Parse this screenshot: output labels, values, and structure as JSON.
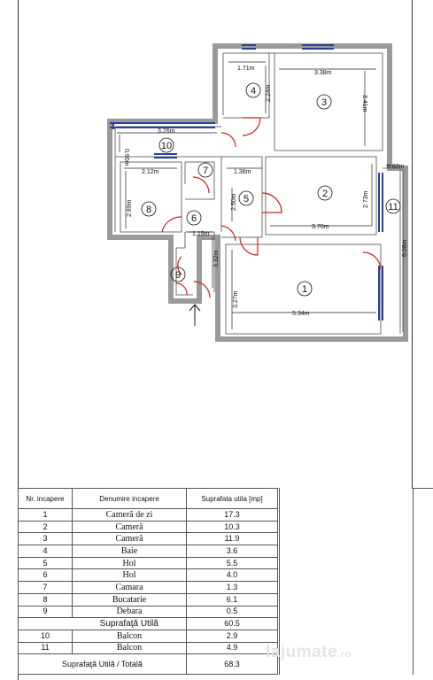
{
  "floor_plan": {
    "rooms": [
      {
        "nr": "1",
        "dims": [
          "5.34m",
          "3.27m"
        ]
      },
      {
        "nr": "2",
        "dims": [
          "3.70m",
          "2.73m"
        ]
      },
      {
        "nr": "3",
        "dims": [
          "3.38m",
          "3.41m"
        ]
      },
      {
        "nr": "4",
        "dims": [
          "1.71m",
          "2.24m"
        ]
      },
      {
        "nr": "5",
        "dims": [
          "1.38m",
          "2.50m"
        ]
      },
      {
        "nr": "6",
        "dims": [
          "1.19m",
          "3.32m"
        ]
      },
      {
        "nr": "7",
        "dims": []
      },
      {
        "nr": "8",
        "dims": [
          "2.12m",
          "2.89m"
        ]
      },
      {
        "nr": "9",
        "dims": []
      },
      {
        "nr": "10",
        "dims": [
          "3.26m",
          "0.90m"
        ]
      },
      {
        "nr": "11",
        "dims": [
          "0.82m",
          "6.08m"
        ]
      }
    ]
  },
  "table": {
    "headers": {
      "nr": "Nr. incapere",
      "name": "Denumire incapere",
      "area": "Suprafata utila [mp]"
    },
    "rows": [
      {
        "nr": "1",
        "name": "Cameră de zi",
        "area": "17.3"
      },
      {
        "nr": "2",
        "name": "Cameră",
        "area": "10.3"
      },
      {
        "nr": "3",
        "name": "Cameră",
        "area": "11.9"
      },
      {
        "nr": "4",
        "name": "Baie",
        "area": "3.6"
      },
      {
        "nr": "5",
        "name": "Hol",
        "area": "5.5"
      },
      {
        "nr": "6",
        "name": "Hol",
        "area": "4.0"
      },
      {
        "nr": "7",
        "name": "Camara",
        "area": "1.3"
      },
      {
        "nr": "8",
        "name": "Bucatarie",
        "area": "6.1"
      },
      {
        "nr": "9",
        "name": "Debara",
        "area": "0.5"
      }
    ],
    "subtotal": {
      "label": "Suprafaţă Utilă",
      "area": "60.5"
    },
    "balconies": [
      {
        "nr": "10",
        "name": "Balcon",
        "area": "2.9"
      },
      {
        "nr": "11",
        "name": "Balcon",
        "area": "4.9"
      }
    ],
    "total": {
      "label": "Suprafaţă Utilă / Totală",
      "area": "68.3"
    }
  },
  "watermark": {
    "text": "lajumate",
    "ext": ".ro"
  },
  "colors": {
    "wall": "#7a7a7a",
    "window": "#2b3f9e",
    "door": "#d42020",
    "line": "#333333"
  }
}
